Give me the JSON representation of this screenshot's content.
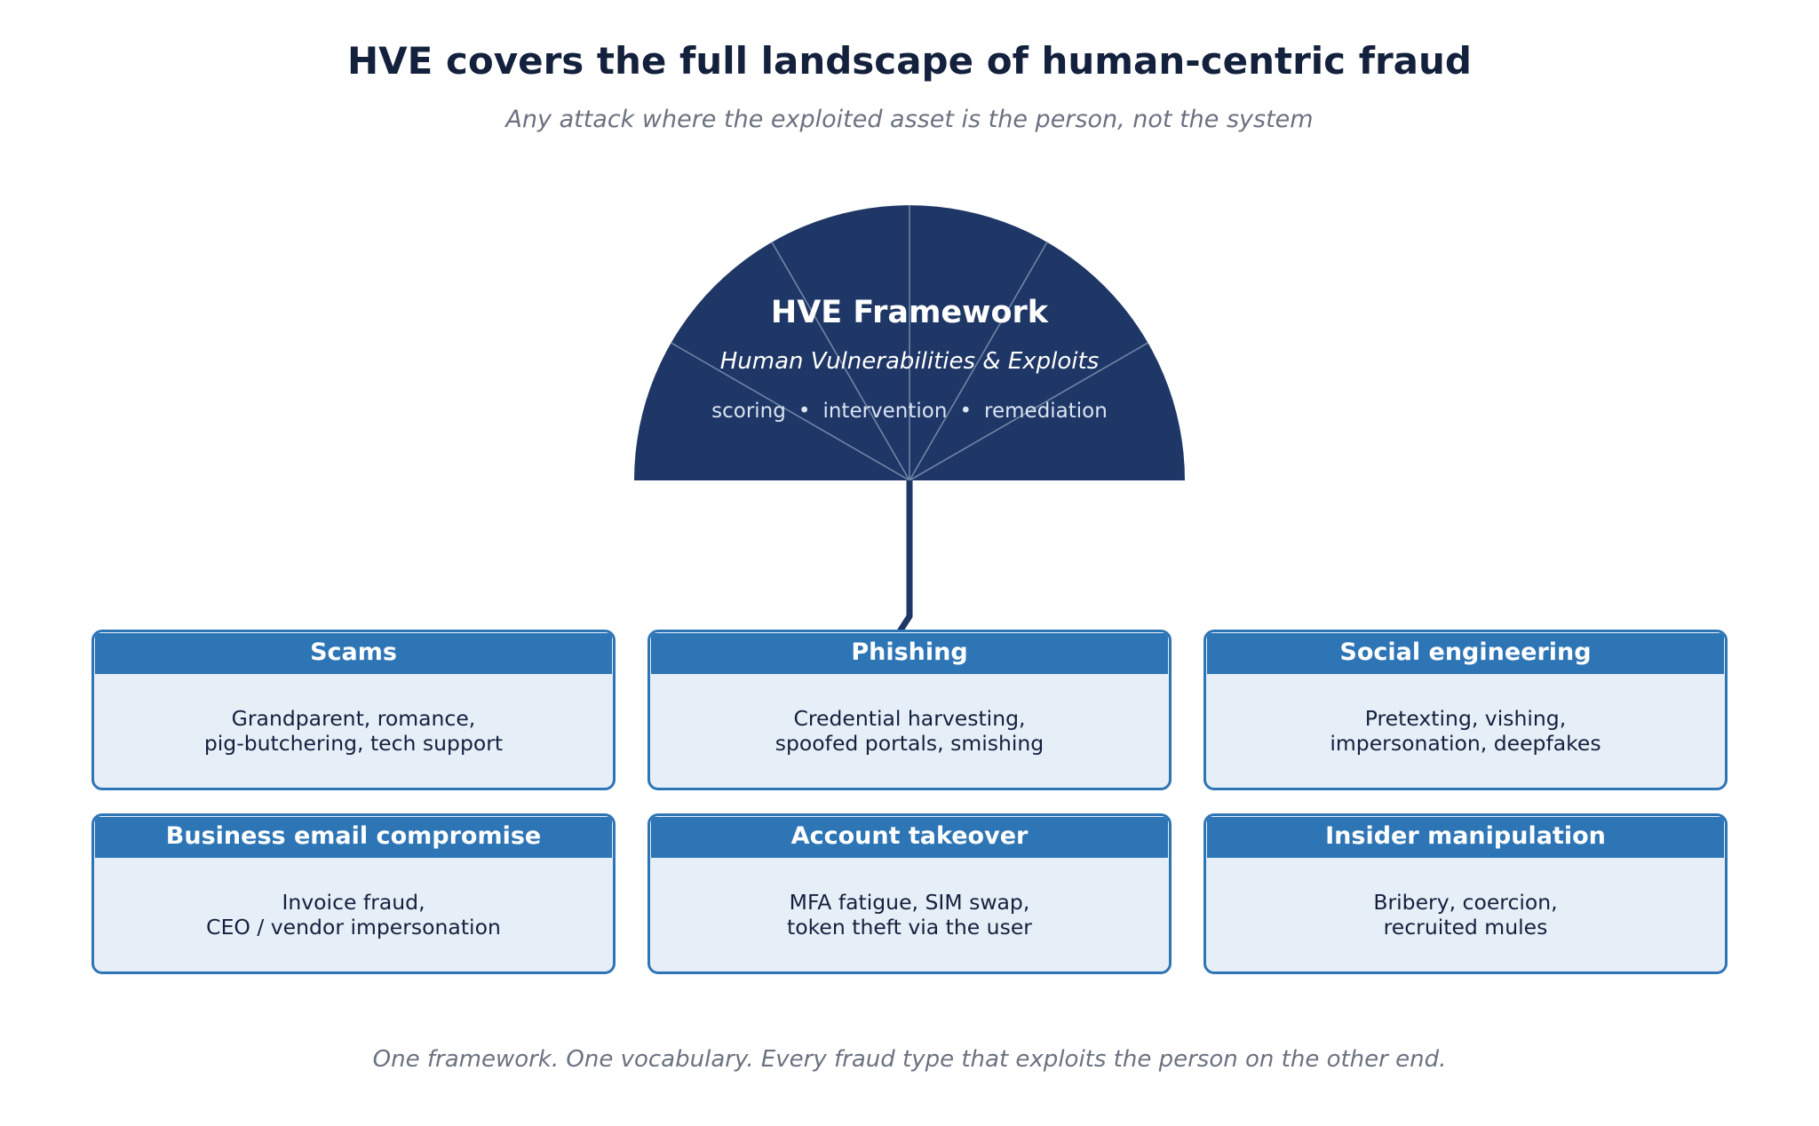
{
  "title": "HVE covers the full landscape of human-centric fraud",
  "subtitle": "Any attack where the exploited asset is the person, not the system",
  "umbrella": {
    "title": "HVE Framework",
    "subtitle": "Human Vulnerabilities & Exploits",
    "tags": [
      "scoring",
      "intervention",
      "remediation"
    ],
    "separator": "•",
    "canopy_color": "#1f3766",
    "handle_color": "#1f3766"
  },
  "categories": [
    {
      "name": "Scams",
      "description": "Grandparent, romance,\npig-butchering, tech support"
    },
    {
      "name": "Phishing",
      "description": "Credential harvesting,\nspoofed portals, smishing"
    },
    {
      "name": "Social engineering",
      "description": "Pretexting, vishing,\nimpersonation, deepfakes"
    },
    {
      "name": "Business email compromise",
      "description": "Invoice fraud,\nCEO / vendor impersonation"
    },
    {
      "name": "Account takeover",
      "description": "MFA fatigue, SIM swap,\ntoken theft via the user"
    },
    {
      "name": "Insider manipulation",
      "description": "Bribery, coercion,\nrecruited mules"
    }
  ],
  "colors": {
    "header": "#2e75b6",
    "card_fill": "#e6eef8",
    "title_text": "#14213d",
    "muted_text": "#6b7280"
  },
  "footer": "One framework. One vocabulary. Every fraud type that exploits the person on the other end."
}
